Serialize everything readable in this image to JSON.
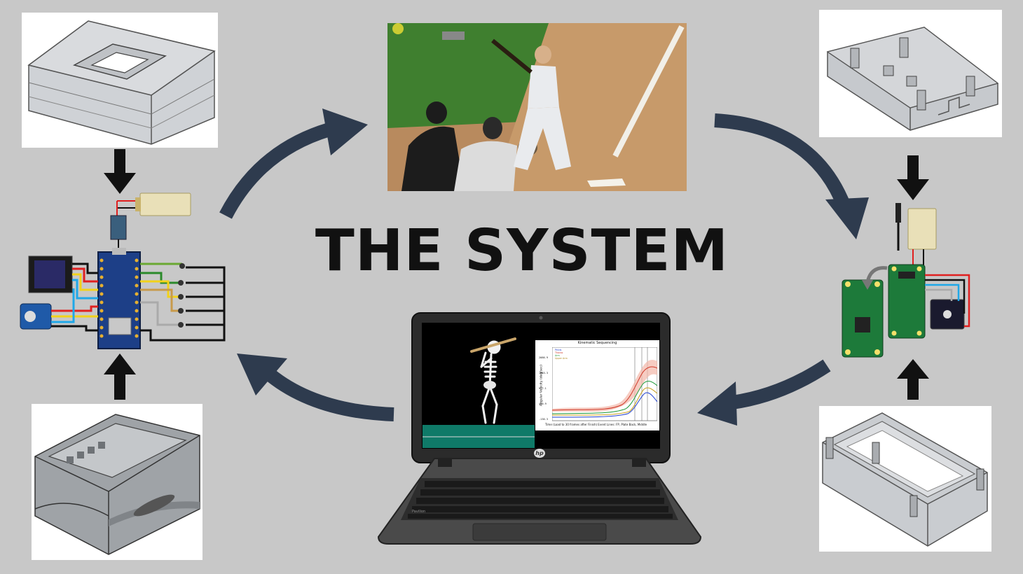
{
  "title": "THE SYSTEM",
  "chart_panel": {
    "title": "Kinematic Sequencing",
    "y_label": "Angular Velocity (deg/sec)",
    "x_label": "Time (Load to 30 frames after Finish) Event Lines: FP, Plate Back, Middle",
    "y_ticks": [
      "2086.9",
      "1533.3",
      "977.1",
      "420.9",
      "-136.3"
    ],
    "legend": [
      "Pelvis",
      "Thorax",
      "Arm",
      "Upper Arm"
    ]
  },
  "laptop": {
    "brand_logo": "hp",
    "model_label": "Pavilion"
  },
  "colors": {
    "background": "#c8c8c8",
    "arrow": "#2e3b4e",
    "pcb_blue": "#1d3f87",
    "pcb_green": "#1d7a3a",
    "field_green": "#3f7f2f",
    "dirt": "#b88a5e"
  }
}
